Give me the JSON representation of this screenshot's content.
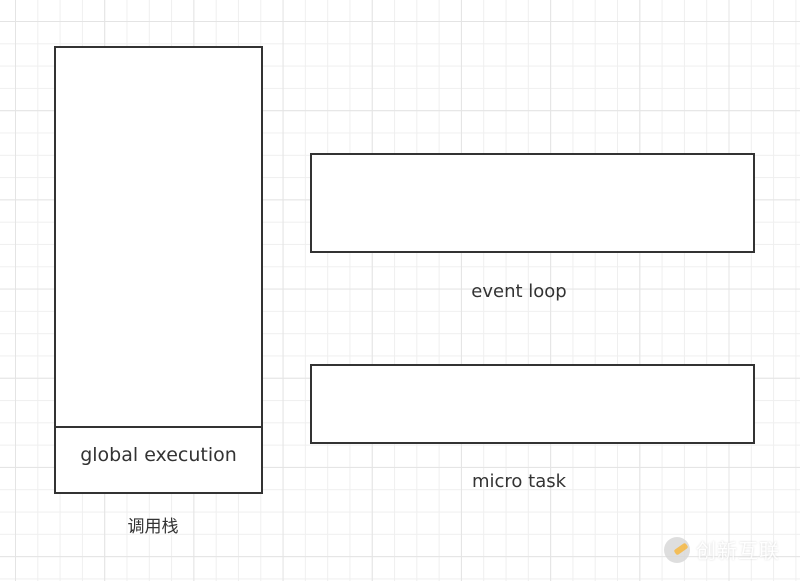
{
  "diagram": {
    "call_stack": {
      "frames": [
        "global execution"
      ],
      "label": "调用栈"
    },
    "event_loop": {
      "label": "event loop"
    },
    "micro_task": {
      "label": "micro task"
    }
  },
  "watermark": {
    "text": "创新互联",
    "icon": "logo-icon",
    "accent_color": "#f2b33d"
  },
  "colors": {
    "border": "#333333",
    "grid": "#e4e4e4",
    "background": "#ffffff"
  }
}
